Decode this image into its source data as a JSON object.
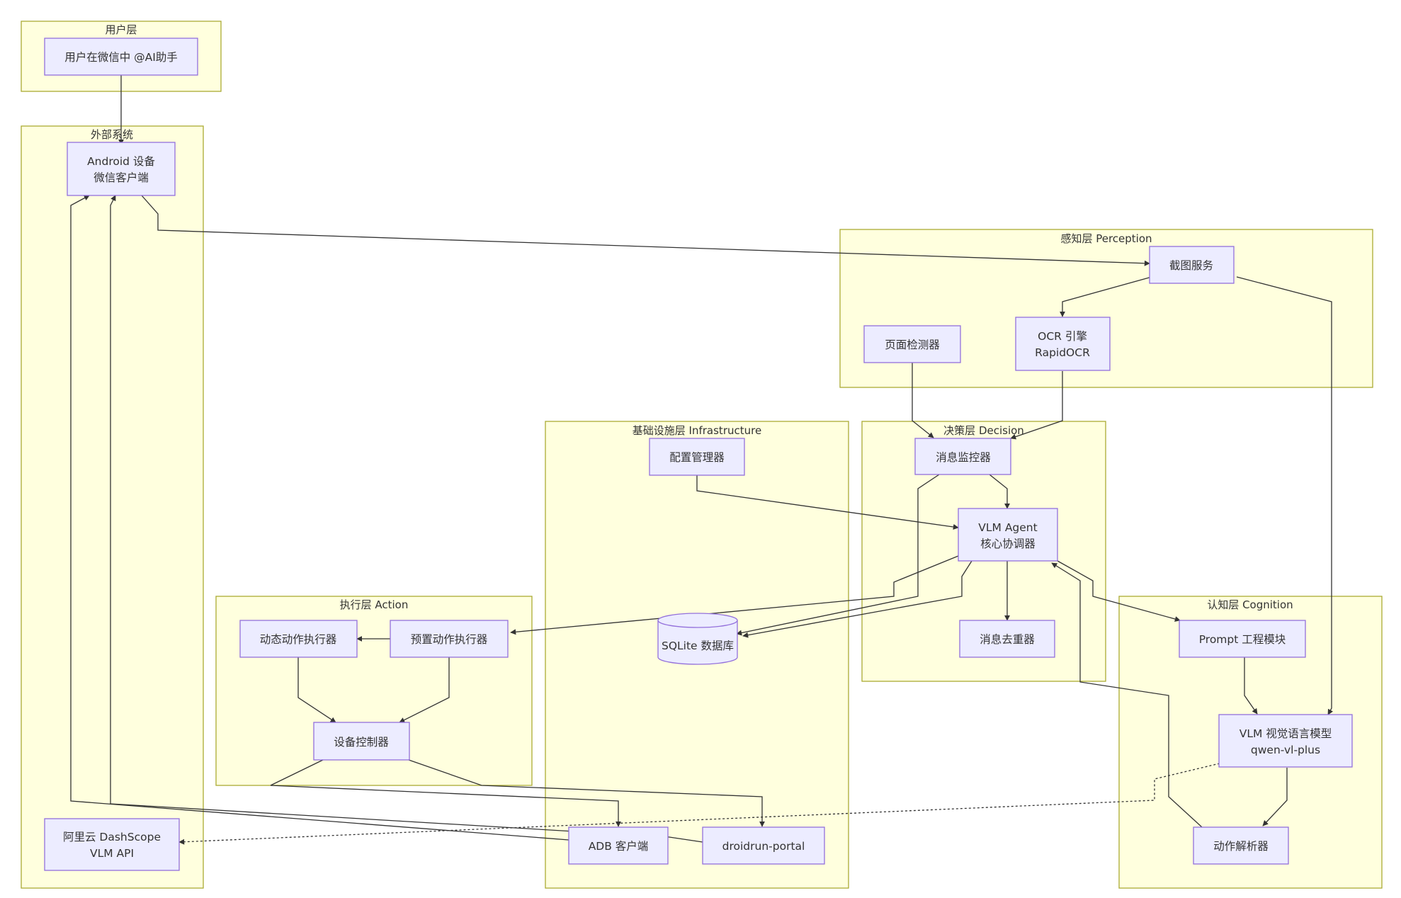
{
  "clusters": {
    "user": "用户层",
    "external": "外部系统",
    "perception": "感知层 Perception",
    "infrastructure": "基础设施层 Infrastructure",
    "decision": "决策层 Decision",
    "action": "执行层 Action",
    "cognition": "认知层 Cognition"
  },
  "nodes": {
    "user_mention": [
      "用户在微信中 @AI助手"
    ],
    "android": [
      "Android 设备",
      "微信客户端"
    ],
    "dashscope": [
      "阿里云 DashScope",
      "VLM API"
    ],
    "screenshot": [
      "截图服务"
    ],
    "page_detector": [
      "页面检测器"
    ],
    "ocr": [
      "OCR 引擎",
      "RapidOCR"
    ],
    "config": [
      "配置管理器"
    ],
    "sqlite": [
      "SQLite 数据库"
    ],
    "adb": [
      "ADB 客户端"
    ],
    "droidrun": [
      "droidrun-portal"
    ],
    "monitor": [
      "消息监控器"
    ],
    "vlm_agent": [
      "VLM Agent",
      "核心协调器"
    ],
    "dedup": [
      "消息去重器"
    ],
    "dynamic_exec": [
      "动态动作执行器"
    ],
    "preset_exec": [
      "预置动作执行器"
    ],
    "device_ctrl": [
      "设备控制器"
    ],
    "prompt": [
      "Prompt 工程模块"
    ],
    "vlm_model": [
      "VLM 视觉语言模型",
      "qwen-vl-plus"
    ],
    "action_parser": [
      "动作解析器"
    ]
  },
  "colors": {
    "cluster_fill": "#ffffde",
    "cluster_stroke": "#aaaa33",
    "node_fill": "#ececff",
    "node_stroke": "#9370db",
    "edge": "#333333"
  }
}
